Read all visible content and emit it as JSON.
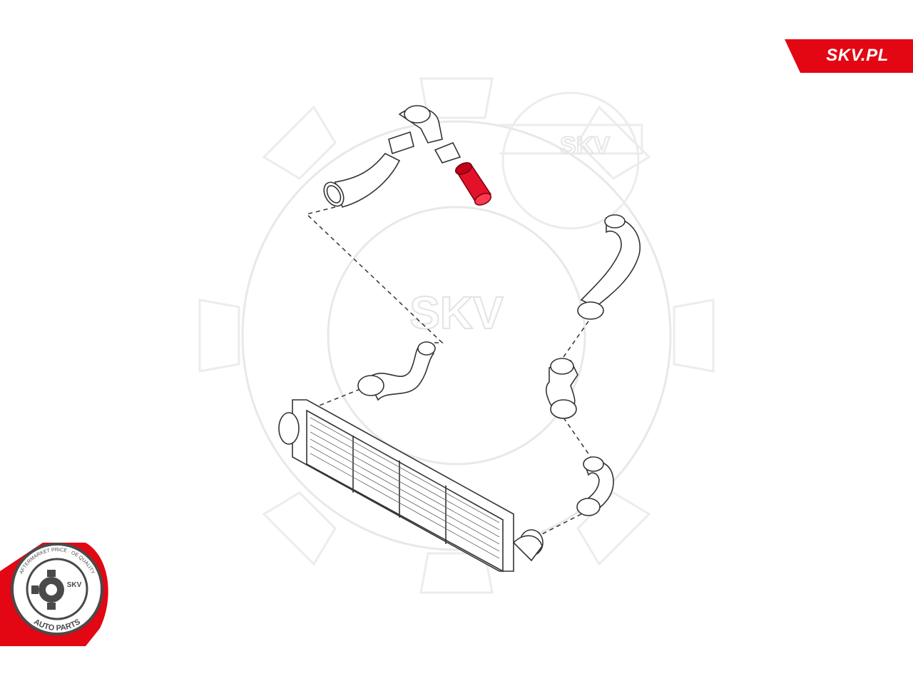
{
  "brand": {
    "label": "SKV.PL",
    "color": "#e30613"
  },
  "watermark": {
    "text": "SKV",
    "color": "#e6e6e6"
  },
  "badge": {
    "top_text": "AFTERMARKET PRICE · OE QUALITY",
    "center_text": "SKV",
    "bottom_text": "AUTO PARTS",
    "ring_color": "#e30613",
    "inner_color": "#4a4a4a"
  },
  "highlight": {
    "part": "red-hose-coupler",
    "color": "#e3112a"
  }
}
